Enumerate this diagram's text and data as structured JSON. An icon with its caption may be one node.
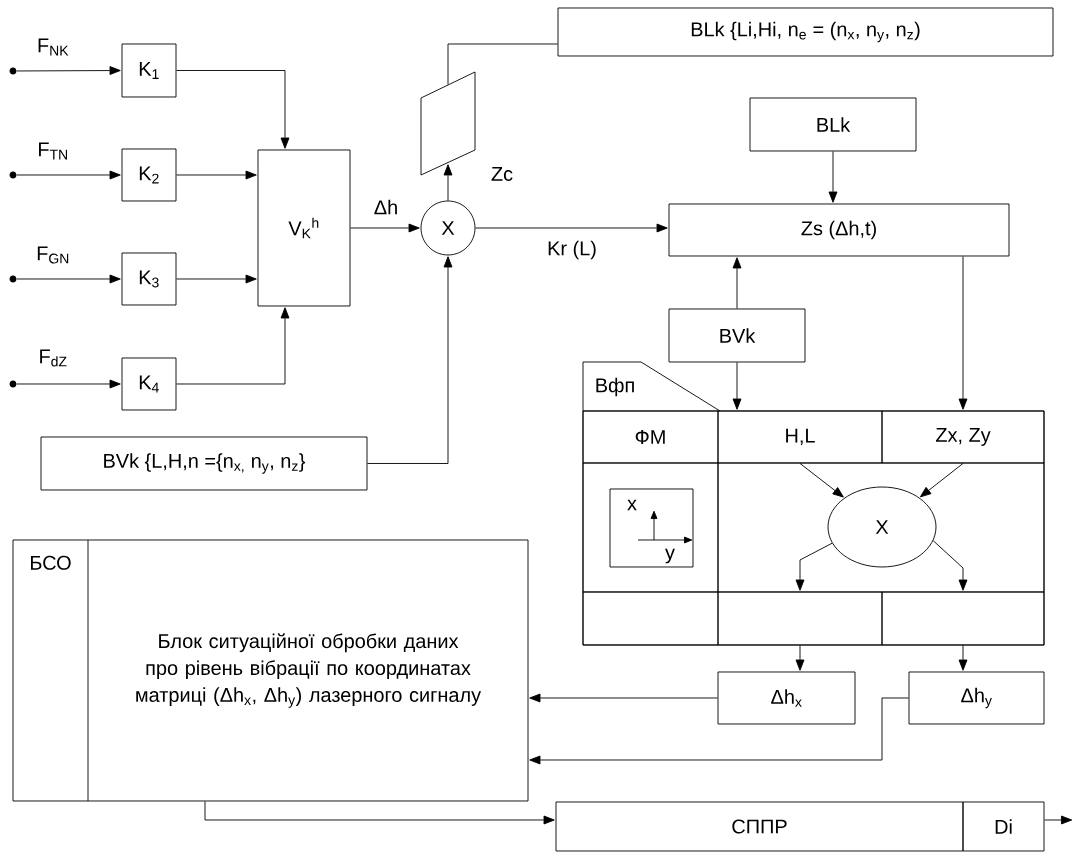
{
  "diagram": {
    "nodes": [
      {
        "text": [],
        "shape": "circle"
      },
      {
        "text": [
          "K$_{1}$"
        ]
      },
      {
        "text": [],
        "shape": "circle"
      },
      {
        "text": [
          "K$_{2}$"
        ]
      },
      {
        "text": [],
        "shape": "circle"
      },
      {
        "text": [
          "K$_{3}$"
        ]
      },
      {
        "text": [],
        "shape": "circle"
      },
      {
        "text": [
          "K$_{4}$"
        ]
      },
      {
        "text": [
          "V$_{K}$$^{h}$"
        ]
      },
      {
        "text": [
          "BVk {L,H,n ={n$_{x,}$ n$_{y}$, n$_{z}$}"
        ]
      },
      {
        "text": [
          "X"
        ]
      },
      {
        "text": [],
        "shape": "parallelogram"
      },
      {
        "text": [
          "BLk {Li,Hi, n$_{e}$ = (n$_{x}$, n$_{y}$, n$_{z}$)"
        ]
      },
      {
        "text": [
          "BLk"
        ]
      },
      {
        "text": [
          "Zs (Δh,t)"
        ]
      },
      {
        "text": [
          "BVk"
        ]
      },
      {
        "text": [
          "Вфп"
        ]
      },
      {
        "text": [
          "ФМ"
        ],
        "in": 16
      },
      {
        "text": [
          "H,L"
        ],
        "in": 16
      },
      {
        "text": [
          "Zx, Zy"
        ],
        "in": 16
      },
      {
        "text": [],
        "shape": "box",
        "in": 16
      },
      {
        "text": [],
        "shape": "box",
        "in": 16
      },
      {
        "text": [
          "X"
        ],
        "in": 21
      },
      {
        "text": [],
        "shape": "box",
        "in": 16
      },
      {
        "text": [],
        "shape": "box",
        "in": 16
      },
      {
        "text": [],
        "shape": "box",
        "in": 16
      },
      {
        "text": [
          "Δh$_{x}$"
        ]
      },
      {
        "text": [
          "Δh$_{y}$"
        ]
      },
      {
        "text": [
          "БСО",
          "Блок ситуаційної обробки даних про рівень вібрації по координатах матриці (Δh$_{x}$, Δh$_{y}$) лазерного сигналу"
        ]
      },
      {
        "text": [
          "СППР"
        ]
      },
      {
        "text": [
          "Di"
        ]
      }
    ],
    "edges": [
      {
        "from": 0,
        "to": 1,
        "arrow": "to",
        "label": "F$_{NK}$"
      },
      {
        "from": 2,
        "to": 3,
        "arrow": "to",
        "label": "F$_{TN}$"
      },
      {
        "from": 4,
        "to": 5,
        "arrow": "to",
        "label": "F$_{GN}$"
      },
      {
        "from": 6,
        "to": 7,
        "arrow": "to",
        "label": "F$_{dZ}$"
      },
      {
        "from": 1,
        "to": 8,
        "arrow": "to"
      },
      {
        "from": 3,
        "to": 8,
        "arrow": "to"
      },
      {
        "from": 5,
        "to": 8,
        "arrow": "to"
      },
      {
        "from": 7,
        "to": 8,
        "arrow": "to"
      },
      {
        "from": 8,
        "to": 10,
        "arrow": "to",
        "label": "Δh"
      },
      {
        "from": 9,
        "to": 10,
        "arrow": "to"
      },
      {
        "from": 10,
        "to": 11,
        "arrow": "to",
        "label": "Zc"
      },
      {
        "from": 11,
        "to": 12,
        "arrow": "none"
      },
      {
        "from": 10,
        "to": 14,
        "arrow": "to",
        "label": "Kr (L)"
      },
      {
        "from": 13,
        "to": 14,
        "arrow": "to"
      },
      {
        "from": 15,
        "to": 14,
        "arrow": "to"
      },
      {
        "from": 15,
        "to": 18,
        "arrow": "to"
      },
      {
        "from": 14,
        "to": 19,
        "arrow": "to"
      },
      {
        "from": 18,
        "to": 22,
        "arrow": "to"
      },
      {
        "from": 19,
        "to": 22,
        "arrow": "to"
      },
      {
        "from": 22,
        "to": 24,
        "arrow": "to"
      },
      {
        "from": 22,
        "to": 25,
        "arrow": "to"
      },
      {
        "from": 24,
        "to": 26,
        "arrow": "to"
      },
      {
        "from": 25,
        "to": 27,
        "arrow": "to"
      },
      {
        "from": 26,
        "to": 28,
        "arrow": "to"
      },
      {
        "from": 27,
        "to": 28,
        "arrow": "to"
      },
      {
        "from": 28,
        "to": 29,
        "arrow": "to"
      },
      {
        "from": 30,
        "to": null,
        "arrow": "to"
      }
    ],
    "labels": [
      "x",
      "y"
    ]
  }
}
